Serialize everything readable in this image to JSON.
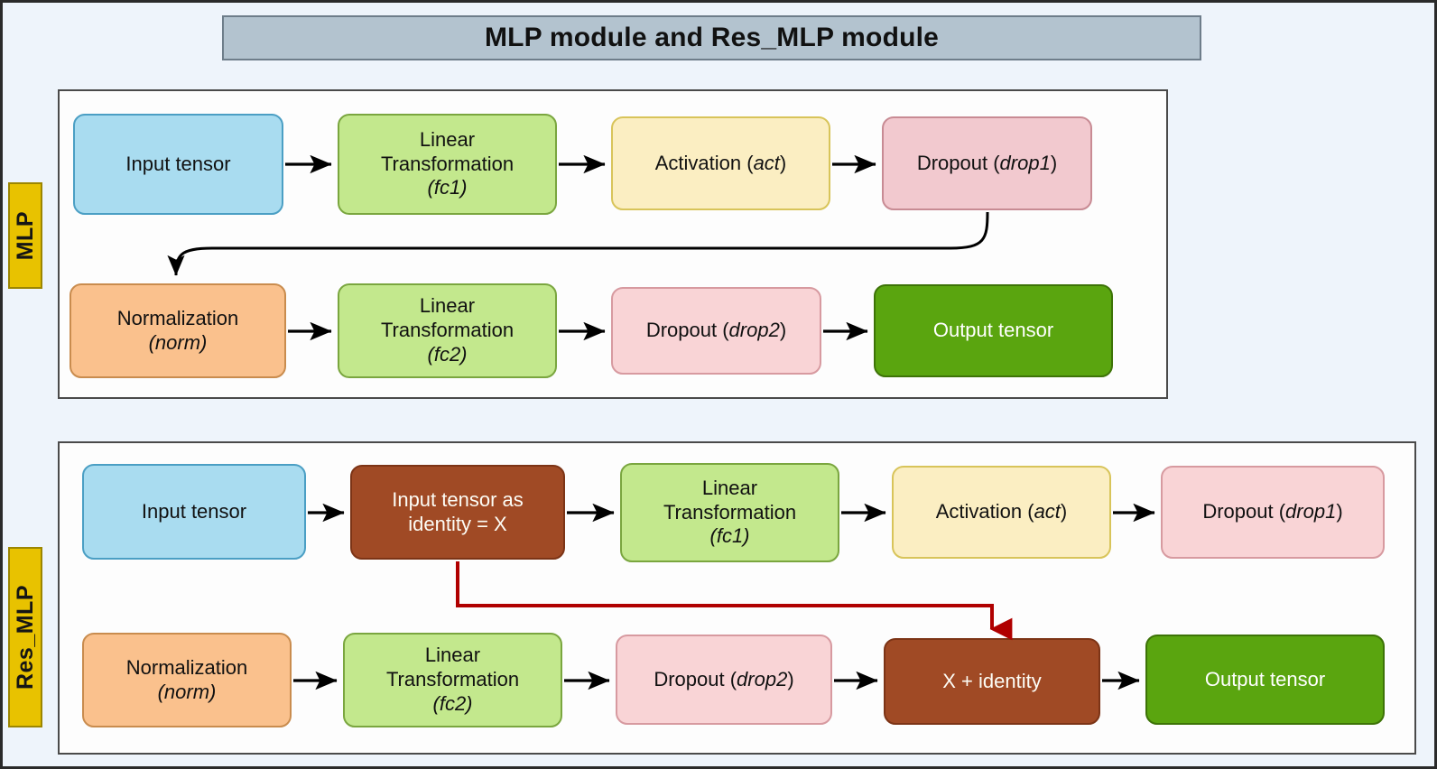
{
  "header": {
    "title": "MLP module and Res_MLP module"
  },
  "sections": [
    {
      "tab_label": "MLP",
      "rows": [
        [
          {
            "name": "input-tensor",
            "main": "Input tensor",
            "sub": ""
          },
          {
            "name": "linear-fc1",
            "main": "Linear Transformation",
            "sub": "(fc1)"
          },
          {
            "name": "activation-act",
            "main": "Activation (",
            "sub": "act",
            "tail": ")"
          },
          {
            "name": "dropout-drop1",
            "main": "Dropout (",
            "sub": "drop1",
            "tail": ")"
          }
        ],
        [
          {
            "name": "normalization",
            "main": "Normalization",
            "sub": "(norm)"
          },
          {
            "name": "linear-fc2",
            "main": "Linear Transformation",
            "sub": "(fc2)"
          },
          {
            "name": "dropout-drop2",
            "main": "Dropout (",
            "sub": "drop2",
            "tail": ")"
          },
          {
            "name": "output-tensor",
            "main": "Output tensor",
            "sub": ""
          }
        ]
      ]
    },
    {
      "tab_label": "Res_MLP",
      "rows": [
        [
          {
            "name": "input-tensor",
            "main": "Input tensor",
            "sub": ""
          },
          {
            "name": "identity-x",
            "main": "Input tensor as identity = X",
            "sub": ""
          },
          {
            "name": "linear-fc1",
            "main": "Linear Transformation",
            "sub": "(fc1)"
          },
          {
            "name": "activation-act",
            "main": "Activation (",
            "sub": "act",
            "tail": ")"
          },
          {
            "name": "dropout-drop1",
            "main": "Dropout (",
            "sub": "drop1",
            "tail": ")"
          }
        ],
        [
          {
            "name": "normalization",
            "main": "Normalization",
            "sub": "(norm)"
          },
          {
            "name": "linear-fc2",
            "main": "Linear Transformation",
            "sub": "(fc2)"
          },
          {
            "name": "dropout-drop2",
            "main": "Dropout (",
            "sub": "drop2",
            "tail": ")"
          },
          {
            "name": "x-plus-identity",
            "main": "X + identity",
            "sub": ""
          },
          {
            "name": "output-tensor",
            "main": "Output tensor",
            "sub": ""
          }
        ]
      ]
    }
  ],
  "labels": {
    "mlp_input_tensor": "Input tensor",
    "mlp_linear1_l1": "Linear",
    "mlp_linear1_l2": "Transformation",
    "mlp_linear1_l3": "(fc1)",
    "mlp_activation": "Activation (",
    "mlp_activation_em": "act",
    "mlp_activation_tail": ")",
    "mlp_dropout1": "Dropout (",
    "mlp_dropout1_em": "drop1",
    "mlp_dropout1_tail": ")",
    "mlp_norm_l1": "Normalization",
    "mlp_norm_l2": "(norm)",
    "mlp_linear2_l1": "Linear",
    "mlp_linear2_l2": "Transformation",
    "mlp_linear2_l3": "(fc2)",
    "mlp_dropout2": "Dropout (",
    "mlp_dropout2_em": "drop2",
    "mlp_dropout2_tail": ")",
    "mlp_output_tensor": "Output tensor",
    "res_input_tensor": "Input tensor",
    "res_identity_l1": "Input tensor as",
    "res_identity_l2": "identity = X",
    "res_linear1_l1": "Linear",
    "res_linear1_l2": "Transformation",
    "res_linear1_l3": "(fc1)",
    "res_activation": "Activation (",
    "res_activation_em": "act",
    "res_activation_tail": ")",
    "res_dropout1": "Dropout (",
    "res_dropout1_em": "drop1",
    "res_dropout1_tail": ")",
    "res_norm_l1": "Normalization",
    "res_norm_l2": "(norm)",
    "res_linear2_l1": "Linear",
    "res_linear2_l2": "Transformation",
    "res_linear2_l3": "(fc2)",
    "res_dropout2": "Dropout (",
    "res_dropout2_em": "drop2",
    "res_dropout2_tail": ")",
    "res_x_plus_identity": "X + identity",
    "res_output_tensor": "Output tensor",
    "tab_mlp": "MLP",
    "tab_res": "Res_MLP"
  },
  "colors": {
    "canvas_bg": "#eef4fb",
    "panel_bg": "#fdfdfd",
    "title_bar_bg": "#b3c3cf",
    "tab_bg": "#e8c200",
    "input_tensor": "#a9dcf0",
    "linear": "#c3e88d",
    "activation": "#fbeec2",
    "dropout1": "#f2c9cf",
    "dropout2": "#f9d4d6",
    "normalization": "#fac18d",
    "output_tensor": "#5aa50f",
    "identity": "#a04a25",
    "arrow": "#000000",
    "residual_arrow": "#b00000"
  }
}
